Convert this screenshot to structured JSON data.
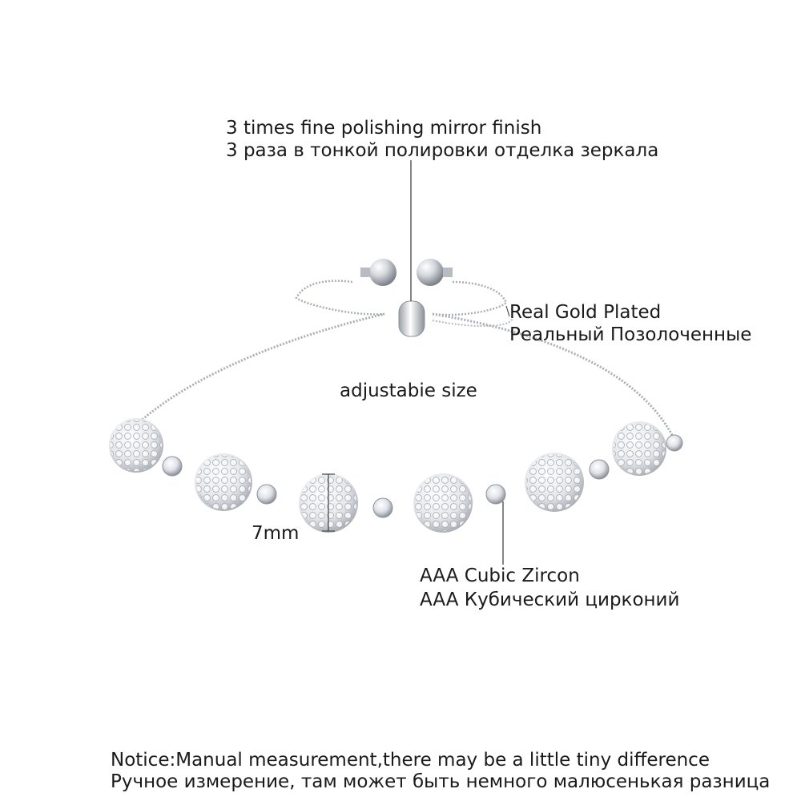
{
  "callouts": {
    "polish": {
      "line1": "3 times fine polishing mirror finish",
      "line2": "3 раза в тонкой полировки отделка зеркала"
    },
    "gold": {
      "line1": "Real Gold Plated",
      "line2": "Реальный Позолоченные"
    },
    "adjustable": "adjustabie size",
    "size": "7mm",
    "zircon": {
      "line1": "AAA Cubic Zircon",
      "line2": "AAA Кубический цирконий"
    }
  },
  "notice": {
    "line1": "Notice:Manual measurement,there may be a little tiny difference",
    "line2": "Ручное измерение, там может быть немного малюсенькая разница"
  },
  "colors": {
    "background": "#ffffff",
    "text": "#1a1a1a",
    "silver": "#c9ccd2",
    "silver_dark": "#8e939b",
    "leader_line": "#333333"
  }
}
